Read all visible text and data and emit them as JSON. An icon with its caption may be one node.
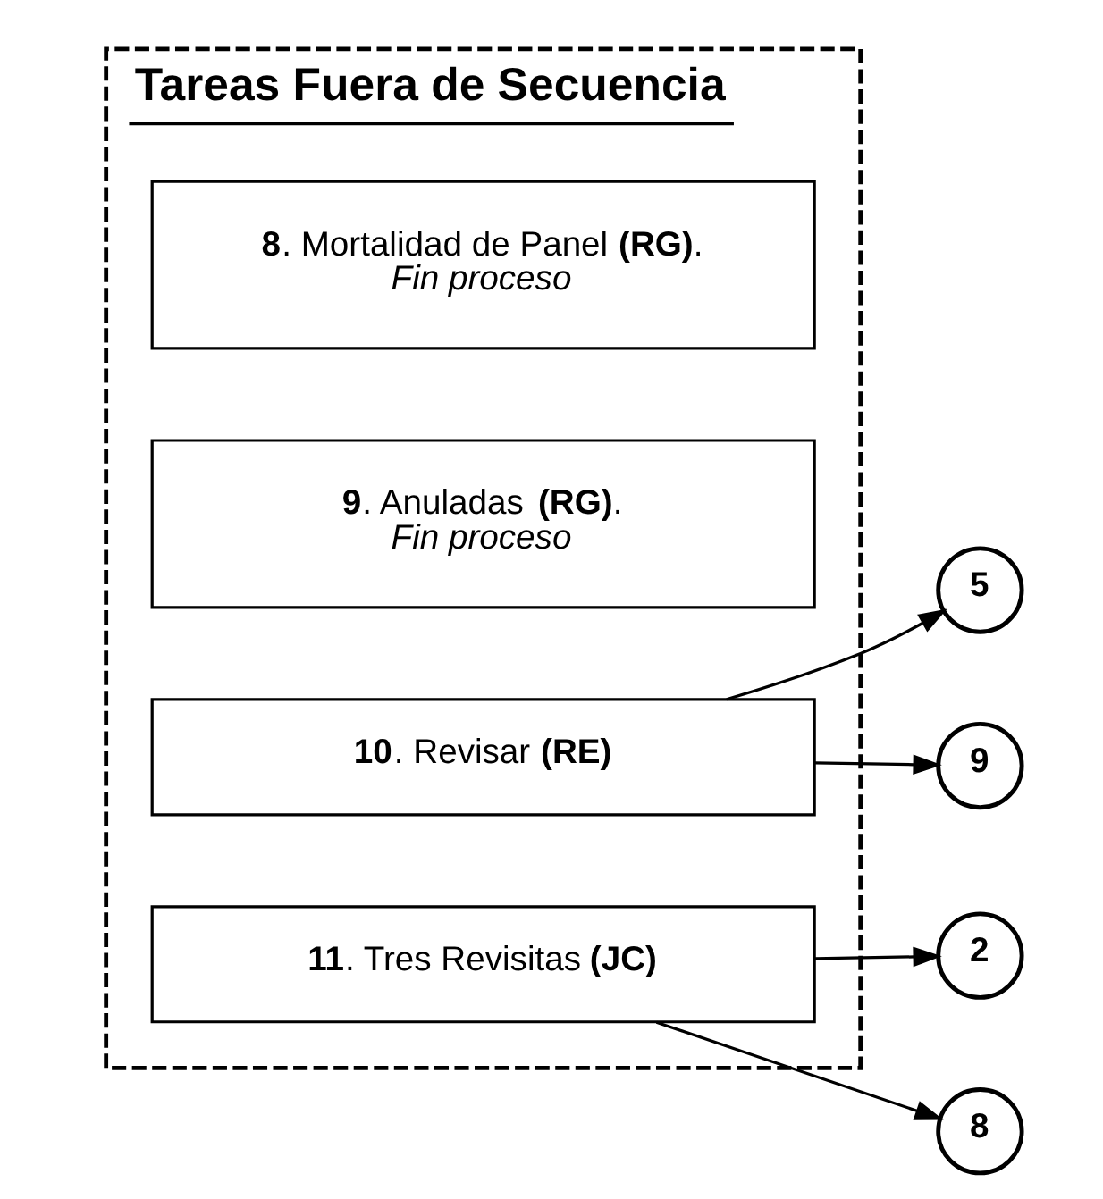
{
  "diagram": {
    "nodes": [
      {
        "text": [
          "Tareas Fuera de Secuencia"
        ]
      },
      {
        "text": [
          "**8**. Mortalidad de Panel **(RG)**.",
          "Fin proceso"
        ],
        "in": 0
      },
      {
        "text": [
          "**9**. Anuladas **(RG)**.",
          "Fin proceso"
        ],
        "in": 0
      },
      {
        "text": [
          "**10**. Revisar **(RE)**"
        ],
        "in": 0
      },
      {
        "text": [
          "5"
        ]
      },
      {
        "text": [
          "9"
        ]
      },
      {
        "text": [
          "**11**. Tres Revisitas **(JC)**"
        ],
        "in": 0
      },
      {
        "text": [
          "2"
        ]
      },
      {
        "text": [
          "8"
        ]
      }
    ],
    "edges": [
      {
        "from": 3,
        "to": 4,
        "arrow": "to"
      },
      {
        "from": 3,
        "to": 5,
        "arrow": "to"
      },
      {
        "from": 6,
        "to": 7,
        "arrow": "to"
      },
      {
        "from": 6,
        "to": 8,
        "arrow": "to"
      }
    ]
  }
}
